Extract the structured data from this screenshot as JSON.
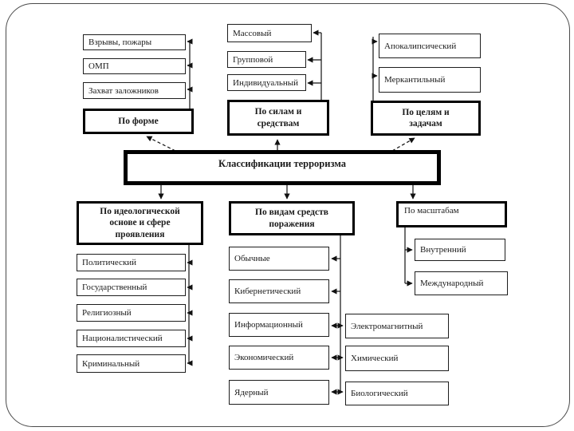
{
  "colors": {
    "line": "#111111",
    "box_border": "#000000",
    "background": "#ffffff"
  },
  "center": {
    "label": "Классификации терроризма"
  },
  "form": {
    "label": "По форме",
    "items": [
      "Взрывы, пожары",
      "ОМП",
      "Захват заложников"
    ]
  },
  "forces": {
    "label": "По силам и\nсредствам",
    "items": [
      "Массовый",
      "Групповой",
      "Индивидуальный"
    ]
  },
  "goals": {
    "label": "По целям и\nзадачам",
    "items": [
      "Апокалипсический",
      "Меркантильный"
    ]
  },
  "ideology": {
    "label": "По идеологической\nоснове и сфере\nпроявления",
    "items": [
      "Политический",
      "Государственный",
      "Религиозный",
      "Националистический",
      "Криминальный"
    ]
  },
  "means": {
    "label": "По видам средств\nпоражения",
    "items": [
      "Обычные",
      "Кибернетический",
      "Информационный",
      "Экономический",
      "Ядерный"
    ],
    "extra": [
      "Электромагнитный",
      "Химический",
      "Биологический"
    ]
  },
  "scale": {
    "label": "По масштабам",
    "items": [
      "Внутренний",
      "Международный"
    ]
  }
}
